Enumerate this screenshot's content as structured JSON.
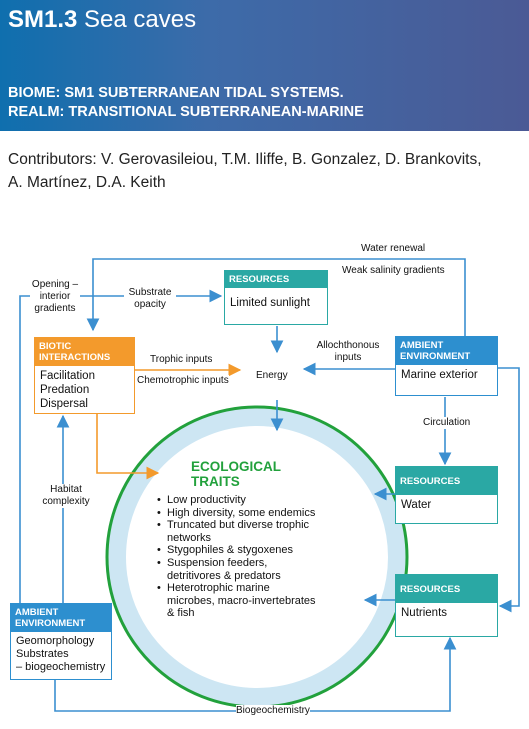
{
  "header": {
    "code": "SM1.3",
    "name": "Sea caves",
    "biome": "BIOME: SM1 SUBTERRANEAN TIDAL SYSTEMS.",
    "realm": "REALM: TRANSITIONAL SUBTERRANEAN-MARINE"
  },
  "contributors": "Contributors: V. Gerovasileiou, T.M. Iliffe, B. Gonzalez, D. Brankovits, A. Martínez, D.A. Keith",
  "diagram": {
    "resources_sunlight": {
      "head": "RESOURCES",
      "body": "Limited sunlight"
    },
    "biotic": {
      "head": "BIOTIC\nINTERACTIONS",
      "body": "Facilitation\nPredation\nDispersal"
    },
    "ambient_marine": {
      "head": "AMBIENT\nENVIRONMENT",
      "body": "Marine exterior"
    },
    "resources_water": {
      "head": "RESOURCES",
      "body": "Water"
    },
    "resources_nutrients": {
      "head": "RESOURCES",
      "body": "Nutrients"
    },
    "ambient_geo": {
      "head": "AMBIENT\nENVIRONMENT",
      "body": "Geomorphology\nSubstrates\n– biogeochemistry"
    },
    "energy": "Energy",
    "labels": {
      "water_renewal": "Water renewal",
      "weak_salinity": "Weak salinity gradients",
      "opening": "Opening –\ninterior\ngradients",
      "substrate": "Substrate\nopacity",
      "trophic": "Trophic inputs",
      "chemotrophic": "Chemotrophic inputs",
      "allochthonous": "Allochthonous\ninputs",
      "circulation": "Circulation",
      "habitat": "Habitat\ncomplexity",
      "biogeochemistry": "Biogeochemistry"
    },
    "ecological_traits": {
      "title": "ECOLOGICAL\nTRAITS",
      "items": [
        "Low productivity",
        "High diversity, some endemics",
        "Truncated but diverse trophic networks",
        "Stygophiles & stygoxenes",
        "Suspension feeders, detritivores & predators",
        "Heterotrophic marine microbes, macro-invertebrates & fish"
      ]
    }
  },
  "colors": {
    "header_gradient": [
      "#0f6fae",
      "#4b5a95"
    ],
    "resources": "#2aa8a4",
    "ambient": "#2d8fcf",
    "biotic": "#f39a2c",
    "traits": "#22a13c",
    "arrow": "#3b8fd0"
  }
}
